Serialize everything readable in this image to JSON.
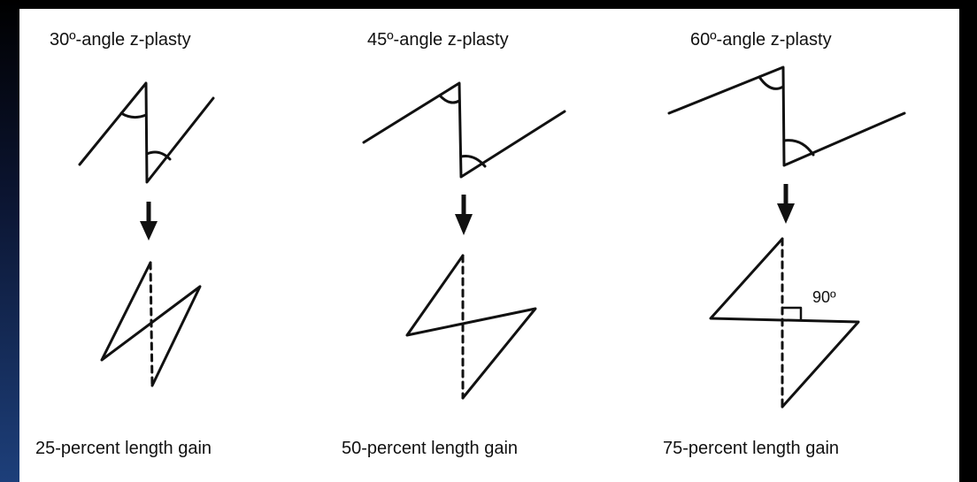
{
  "diagrams": [
    {
      "id": "30",
      "title": "30º-angle z-plasty",
      "gain": "25-percent length gain"
    },
    {
      "id": "45",
      "title": "45º-angle z-plasty",
      "gain": "50-percent length gain"
    },
    {
      "id": "60",
      "title": "60º-angle z-plasty",
      "gain": "75-percent length gain",
      "right_angle_label": "90º"
    }
  ],
  "colors": {
    "background": "#000000",
    "panel": "#ffffff",
    "ink": "#111111",
    "left_strip": "#1d3f7a"
  }
}
